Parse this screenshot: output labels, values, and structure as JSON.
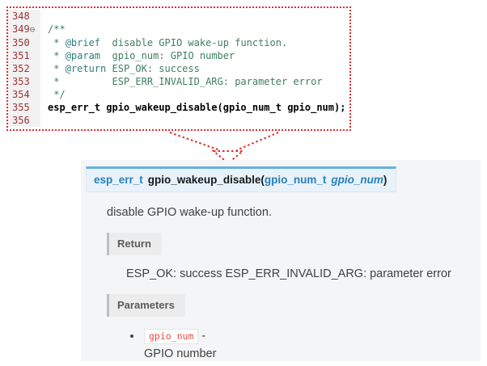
{
  "code_editor": {
    "lines": [
      {
        "num": "348",
        "fold": "",
        "segments": []
      },
      {
        "num": "349",
        "fold": "⊖",
        "segments": [
          {
            "text": "/**",
            "type": "comment"
          }
        ]
      },
      {
        "num": "350",
        "fold": "",
        "segments": [
          {
            "text": " * ",
            "type": "comment"
          },
          {
            "text": "@brief",
            "type": "tag"
          },
          {
            "text": "  disable GPIO wake-up function.",
            "type": "comment"
          }
        ]
      },
      {
        "num": "351",
        "fold": "",
        "segments": [
          {
            "text": " * ",
            "type": "comment"
          },
          {
            "text": "@param",
            "type": "tag"
          },
          {
            "text": "  gpio_num: GPIO number",
            "type": "comment"
          }
        ]
      },
      {
        "num": "352",
        "fold": "",
        "segments": [
          {
            "text": " * ",
            "type": "comment"
          },
          {
            "text": "@return",
            "type": "tag"
          },
          {
            "text": " ESP_OK: success",
            "type": "comment"
          }
        ]
      },
      {
        "num": "353",
        "fold": "",
        "segments": [
          {
            "text": " *         ESP_ERR_INVALID_ARG: parameter error",
            "type": "comment"
          }
        ]
      },
      {
        "num": "354",
        "fold": "",
        "segments": [
          {
            "text": " */",
            "type": "comment"
          }
        ]
      },
      {
        "num": "355",
        "fold": "",
        "segments": [
          {
            "text": "esp_err_t gpio_wakeup_disable(gpio_num_t gpio_num);",
            "type": "code"
          }
        ]
      },
      {
        "num": "356",
        "fold": "",
        "segments": []
      }
    ]
  },
  "doc": {
    "signature": {
      "return_type": "esp_err_t",
      "name": "gpio_wakeup_disable",
      "paren_open": "(",
      "param_type": "gpio_num_t",
      "param_name": "gpio_num",
      "paren_close": ")"
    },
    "description": "disable GPIO wake-up function.",
    "return_section": {
      "label": "Return",
      "text": "ESP_OK: success ESP_ERR_INVALID_ARG: parameter error"
    },
    "parameters_section": {
      "label": "Parameters",
      "items": [
        {
          "name": "gpio_num",
          "separator": "-",
          "description": "GPIO number"
        }
      ]
    }
  },
  "colors": {
    "highlight_border_red": "#e02b2b",
    "line_number_maroon": "#a03434",
    "comment_green": "#3f7f5f",
    "doc_link_blue": "#2980b9",
    "signature_bg": "#e7f2fa",
    "signature_border": "#6ab0de",
    "chip_red": "#e74c3c",
    "panel_bg": "#f4f5f6"
  }
}
